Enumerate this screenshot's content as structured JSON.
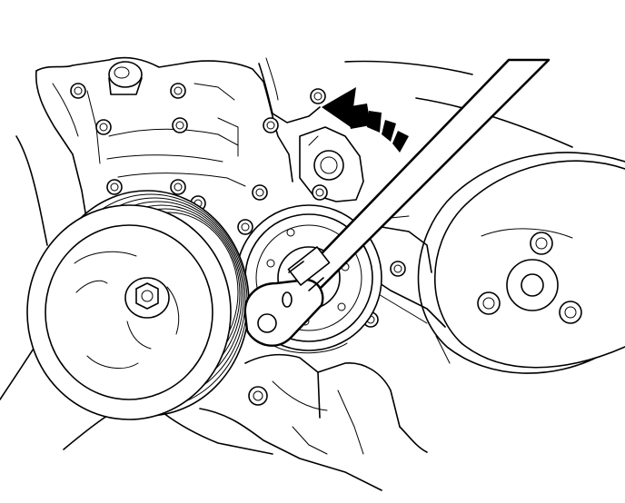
{
  "figure": {
    "kind": "line-art service illustration",
    "colors": {
      "ink": "#000000",
      "paper": "#ffffff"
    },
    "components": [
      "engine-front-cover",
      "crankshaft-balancer-pulley",
      "water-pump-pulley",
      "belt-tensioner",
      "idler-pulley",
      "breaker-bar-tool",
      "rotation-direction-arrow"
    ]
  }
}
